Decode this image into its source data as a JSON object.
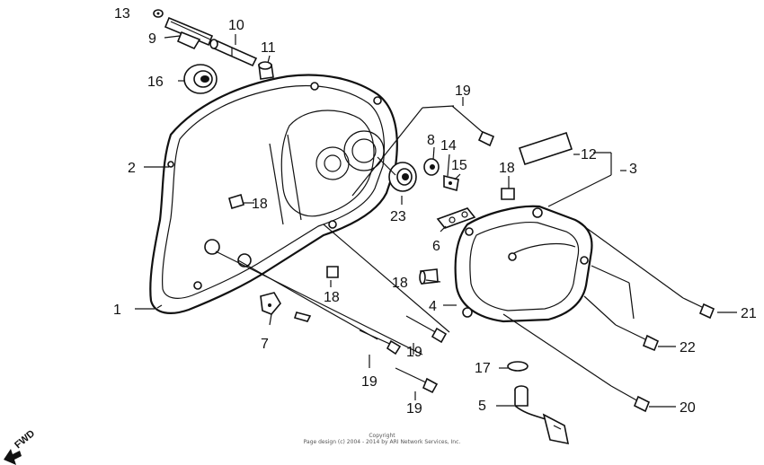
{
  "callouts": {
    "c1": "1",
    "c2": "2",
    "c3": "3",
    "c4": "4",
    "c5": "5",
    "c6": "6",
    "c7": "7",
    "c8": "8",
    "c9": "9",
    "c10": "10",
    "c11": "11",
    "c12": "12",
    "c13": "13",
    "c14": "14",
    "c15": "15",
    "c16": "16",
    "c17": "17",
    "c18a": "18",
    "c18b": "18",
    "c18c": "18",
    "c18d": "18",
    "c19a": "19",
    "c19b": "19",
    "c19c": "19",
    "c19d": "19",
    "c20": "20",
    "c21": "21",
    "c22": "22",
    "c23": "23"
  },
  "fwd_label": "FWD",
  "copyright": {
    "line1": "Copyright",
    "line2": "Page design (c) 2004 - 2014 by ARI Network Services, Inc."
  }
}
